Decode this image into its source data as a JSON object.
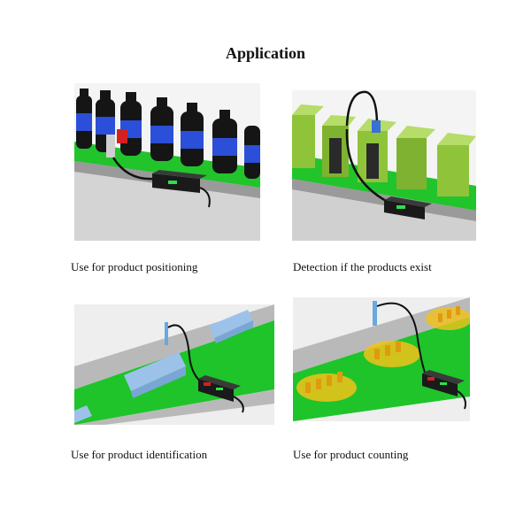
{
  "page": {
    "title": "Application"
  },
  "panels": [
    {
      "caption": "Use for product positioning"
    },
    {
      "caption": "Detection if the products exist"
    },
    {
      "caption": "Use for product identification"
    },
    {
      "caption": "Use for product counting"
    }
  ],
  "colors": {
    "belt_green": "#1ec42a",
    "rail_gray": "#b9b9b9",
    "bottle_blue": "#2b4fd8",
    "bottle_black": "#151515",
    "box_green": "#8fc43a",
    "part_blue": "#9cc2ea",
    "part_yellow": "#f2c21a",
    "sensor_black": "#1a1a1a",
    "sensor_red": "#d42020"
  },
  "icons": [
    "fiber-optic-sensor-icon",
    "amplifier-icon"
  ]
}
